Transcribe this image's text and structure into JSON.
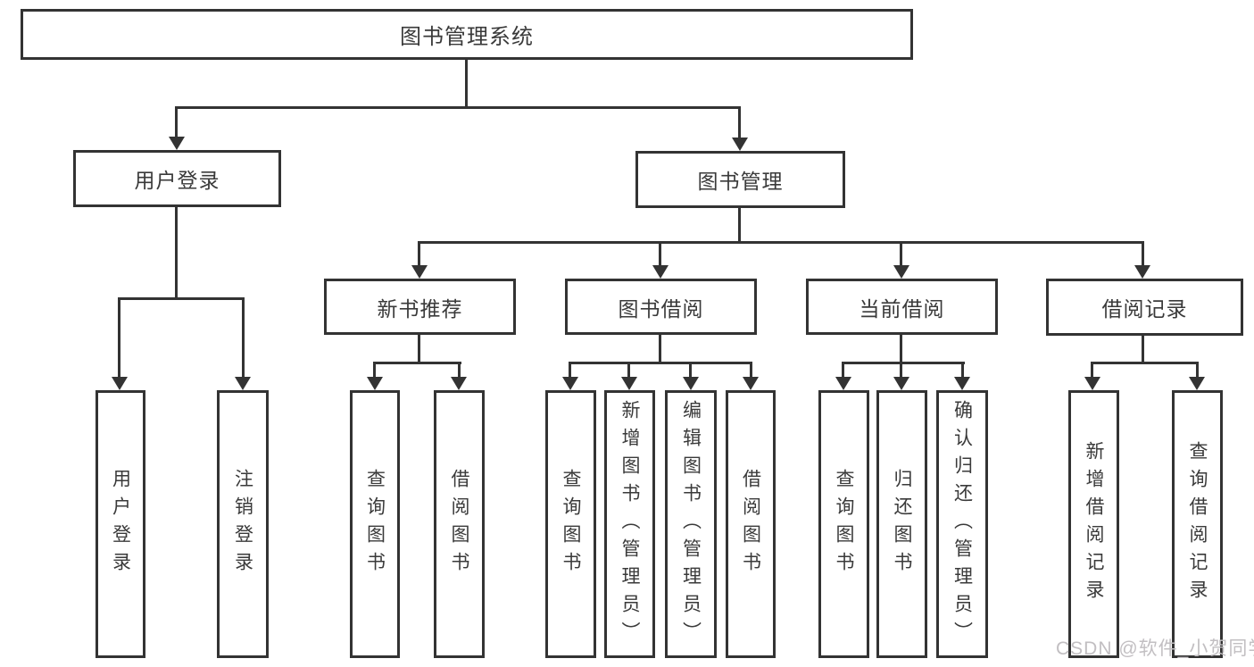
{
  "diagram": {
    "type": "hierarchy-tree",
    "colors": {
      "line": "#333333",
      "node_border": "#333333",
      "node_background": "#ffffff",
      "text": "#3a3a3a",
      "page_background": "#ffffff",
      "watermark": "#c2bfc2"
    },
    "root": {
      "label": "图书管理系统",
      "children": [
        {
          "label": "用户登录",
          "children": [
            {
              "label": "用户登录"
            },
            {
              "label": "注销登录"
            }
          ]
        },
        {
          "label": "图书管理",
          "children": [
            {
              "label": "新书推荐",
              "children": [
                {
                  "label": "查询图书"
                },
                {
                  "label": "借阅图书"
                }
              ]
            },
            {
              "label": "图书借阅",
              "children": [
                {
                  "label": "查询图书"
                },
                {
                  "label": "新增图书（管理员）"
                },
                {
                  "label": "编辑图书（管理员）"
                },
                {
                  "label": "借阅图书"
                }
              ]
            },
            {
              "label": "当前借阅",
              "children": [
                {
                  "label": "查询图书"
                },
                {
                  "label": "归还图书"
                },
                {
                  "label": "确认归还（管理员）"
                }
              ]
            },
            {
              "label": "借阅记录",
              "children": [
                {
                  "label": "新增借阅记录"
                },
                {
                  "label": "查询借阅记录"
                }
              ]
            }
          ]
        }
      ]
    },
    "watermark": {
      "text": "CSDN @软件_小贺同学"
    }
  }
}
